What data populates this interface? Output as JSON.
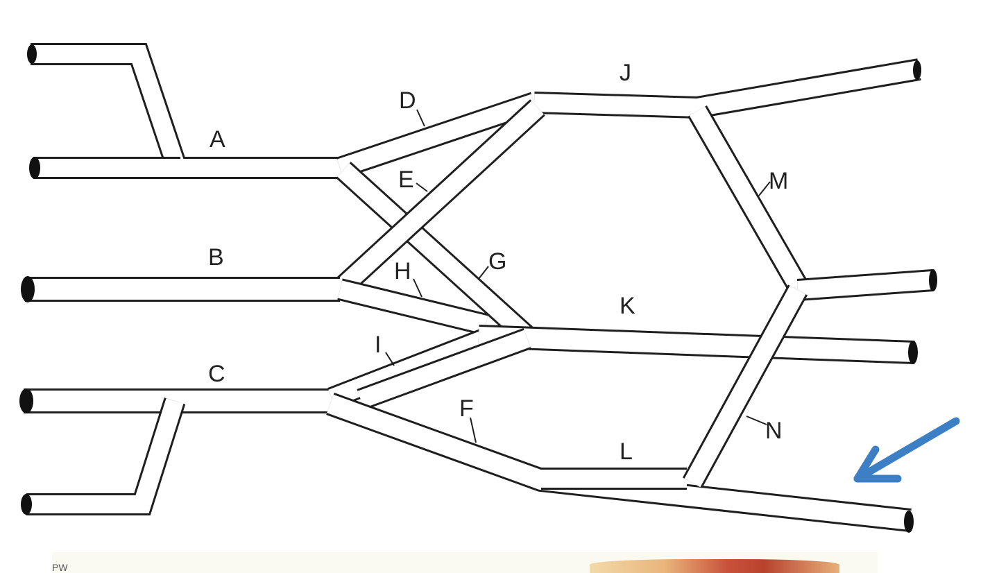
{
  "diagram": {
    "labels": {
      "A": "A",
      "B": "B",
      "C": "C",
      "D": "D",
      "E": "E",
      "F": "F",
      "G": "G",
      "H": "H",
      "I": "I",
      "J": "J",
      "K": "K",
      "L": "L",
      "M": "M",
      "N": "N"
    },
    "colors": {
      "pipe_wall": "#1f1f1f",
      "pipe_fill": "#ffffff",
      "arrow": "#3d7fc4"
    },
    "annotation": {
      "icon": "arrow-icon"
    }
  },
  "footer": {
    "partial_text": "PW"
  }
}
